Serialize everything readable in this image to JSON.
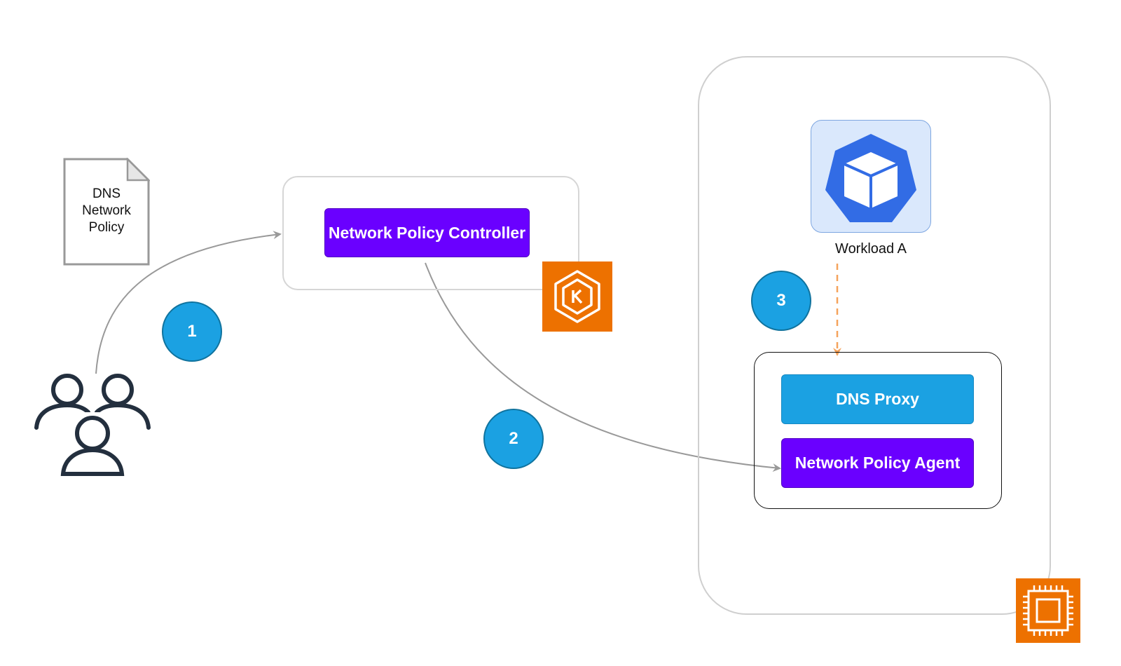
{
  "document": {
    "label_lines": [
      "DNS",
      "Network",
      "Policy"
    ],
    "icon": "document-icon"
  },
  "users": {
    "icon": "users-group-icon",
    "color": "#232f3e"
  },
  "control_plane": {
    "controller_label": "Network Policy Controller",
    "controller_color": "#6a00ff",
    "icon": "amazon-eks-icon",
    "icon_color": "#ed7100"
  },
  "node": {
    "icon": "ec2-instance-chip-icon",
    "icon_color": "#ed7100",
    "workload": {
      "label": "Workload A",
      "icon": "kubernetes-pod-icon",
      "icon_color": "#326ce5"
    },
    "dns_proxy_label": "DNS Proxy",
    "dns_proxy_color": "#1ba1e2",
    "agent_label": "Network Policy Agent",
    "agent_color": "#6a00ff"
  },
  "steps": [
    "1",
    "2",
    "3"
  ],
  "connector_colors": {
    "solid": "#999999",
    "dashed": "#f5a35c"
  }
}
